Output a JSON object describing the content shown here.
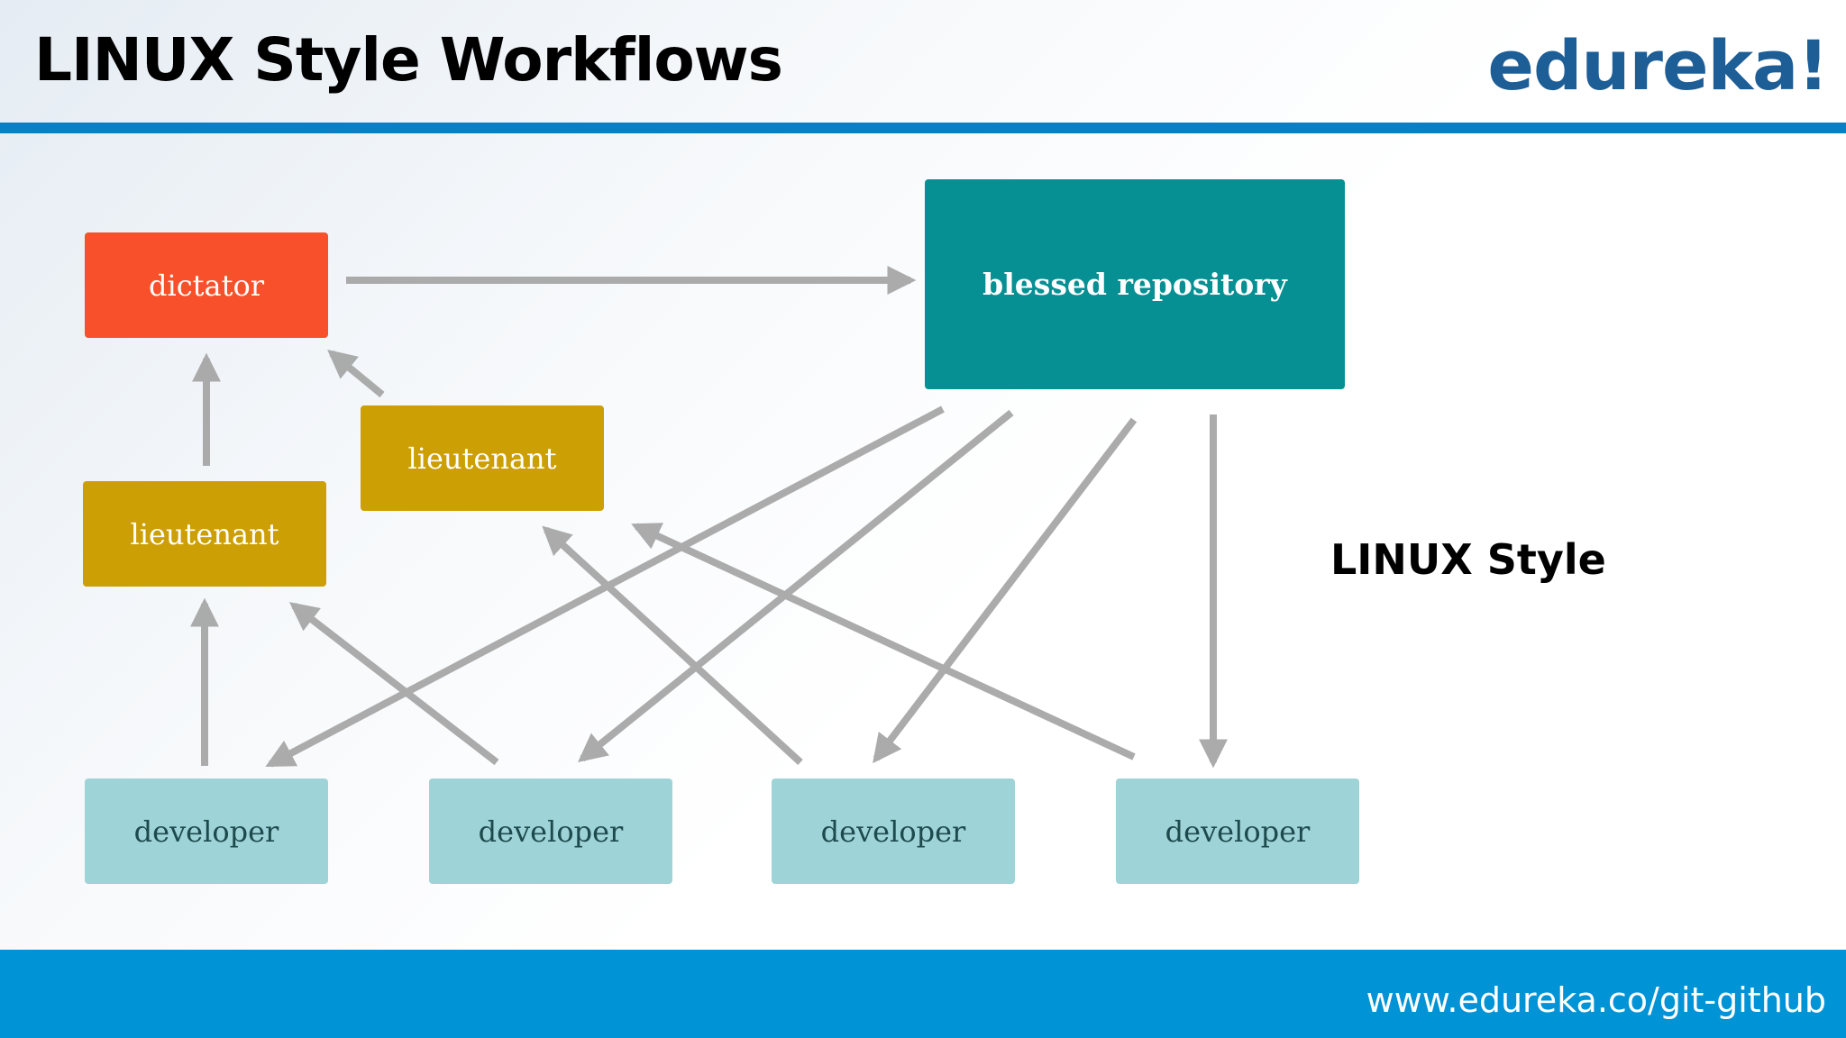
{
  "header": {
    "title": "LINUX Style Workflows",
    "logo": "edureka!"
  },
  "diagram": {
    "nodes": {
      "dictator": "dictator",
      "lieutenant_top": "lieutenant",
      "lieutenant_left": "lieutenant",
      "blessed": "blessed repository",
      "developers": [
        "developer",
        "developer",
        "developer",
        "developer"
      ]
    },
    "side_label": "LINUX Style",
    "colors": {
      "dictator": "#f9502c",
      "lieutenant": "#cc9f04",
      "blessed": "#069094",
      "developer": "#9ed3d7",
      "arrow": "#a7a7a7"
    }
  },
  "footer": {
    "url": "www.edureka.co/git-github",
    "color": "#0093d5"
  }
}
